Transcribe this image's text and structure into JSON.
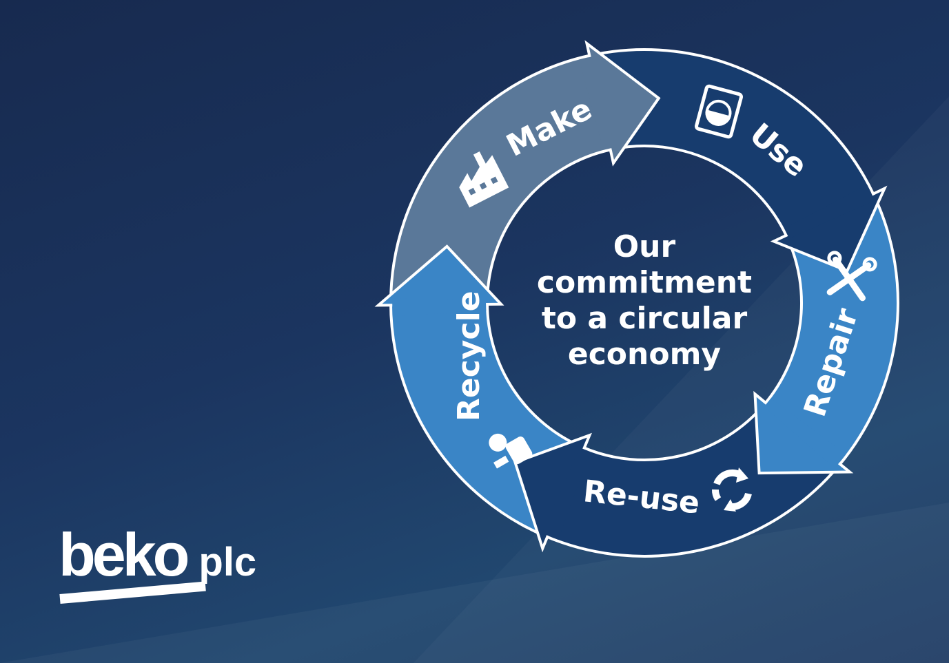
{
  "center_text": [
    "Our",
    "commitment",
    "to a circular",
    "economy"
  ],
  "stages": [
    {
      "label": "Make",
      "icon": "factory-icon",
      "color": "#5a7899"
    },
    {
      "label": "Use",
      "icon": "washing-machine-icon",
      "color": "#173c6e"
    },
    {
      "label": "Repair",
      "icon": "tools-icon",
      "color": "#3a85c6"
    },
    {
      "label": "Re-use",
      "icon": "recycle-arrows-icon",
      "color": "#173c6e"
    },
    {
      "label": "Recycle",
      "icon": "recycling-parts-icon",
      "color": "#3a85c6"
    }
  ],
  "logo": {
    "brand": "beko",
    "suffix": "plc"
  }
}
